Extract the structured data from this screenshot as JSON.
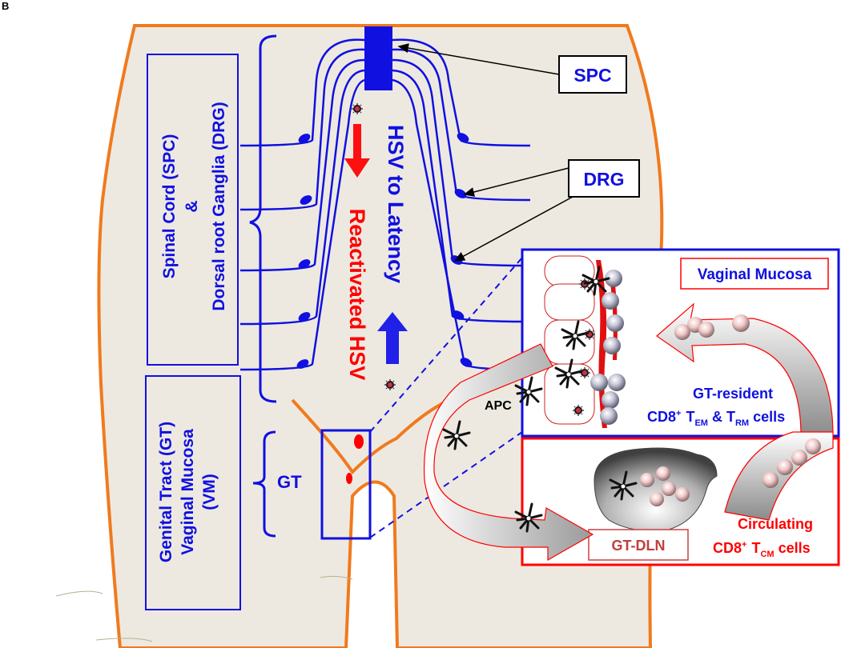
{
  "panel_letter": "B",
  "colors": {
    "body_fill": "#ede9e1",
    "body_outline": "#f07a1e",
    "neuron_blue": "#1010e0",
    "red": "#ff0000",
    "dark_red": "#c00000"
  },
  "left_labels": {
    "spinal": "Spinal Cord (SPC)",
    "amp": "&",
    "drg": "Dorsal root Ganglia (DRG)",
    "gt_line1": "Genital Tract (GT)",
    "gt_line2": "Vaginal Mucosa",
    "gt_line3": "(VM)"
  },
  "gt_label": "GT",
  "center_labels": {
    "reactivated": "Reactivated HSV",
    "latency": "HSV to Latency"
  },
  "callouts": {
    "spc": "SPC",
    "drg": "DRG"
  },
  "mucosa": {
    "title": "Vaginal Mucosa",
    "resident_line1": "GT-resident",
    "resident_cd8": "CD8",
    "resident_plus": "+",
    "resident_tem": "T",
    "resident_tem_sub": "EM",
    "resident_amp": "&",
    "resident_trm": "T",
    "resident_trm_sub": "RM",
    "resident_cells": "cells",
    "apc": "APC"
  },
  "lymph": {
    "dln": "GT-DLN",
    "circ_line1": "Circulating",
    "circ_cd8": "CD8",
    "circ_plus": "+",
    "circ_t": "T",
    "circ_sub": "CM",
    "circ_cells": "cells"
  }
}
